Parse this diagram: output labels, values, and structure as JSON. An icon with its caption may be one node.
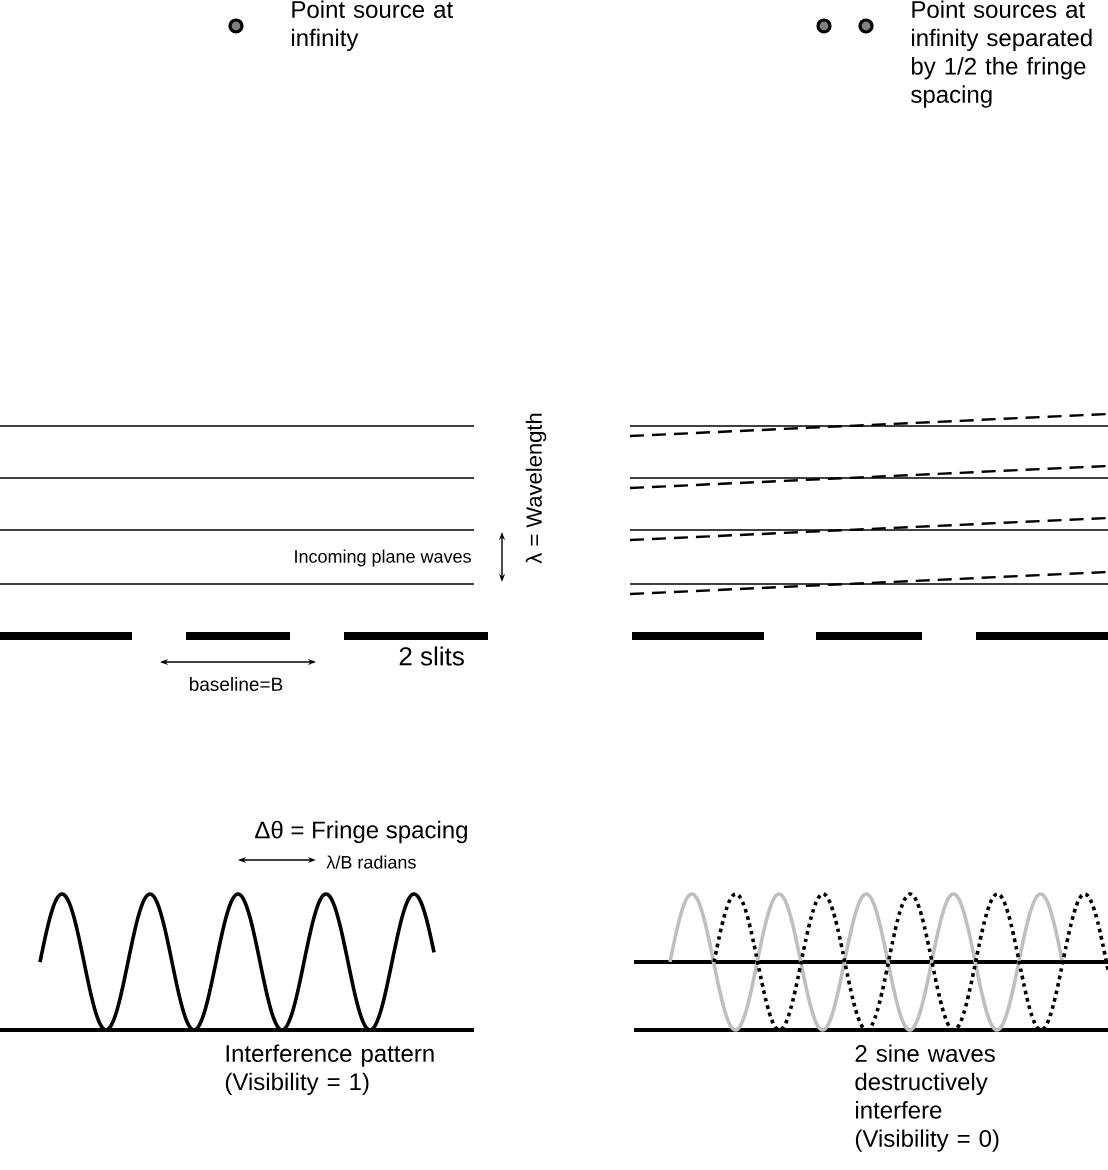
{
  "diagram": {
    "labels": [
      "Point source at infinity",
      "Point sources at infinity separated by 1/2 the fringe spacing",
      "λ = Wavelength",
      "Incoming plane waves",
      "2 slits",
      "baseline=B",
      "Δθ = Fringe spacing",
      "λ/B radians",
      "Interference pattern (Visibility = 1)",
      "2 sine waves destructively interfere (Visibility = 0)"
    ]
  }
}
